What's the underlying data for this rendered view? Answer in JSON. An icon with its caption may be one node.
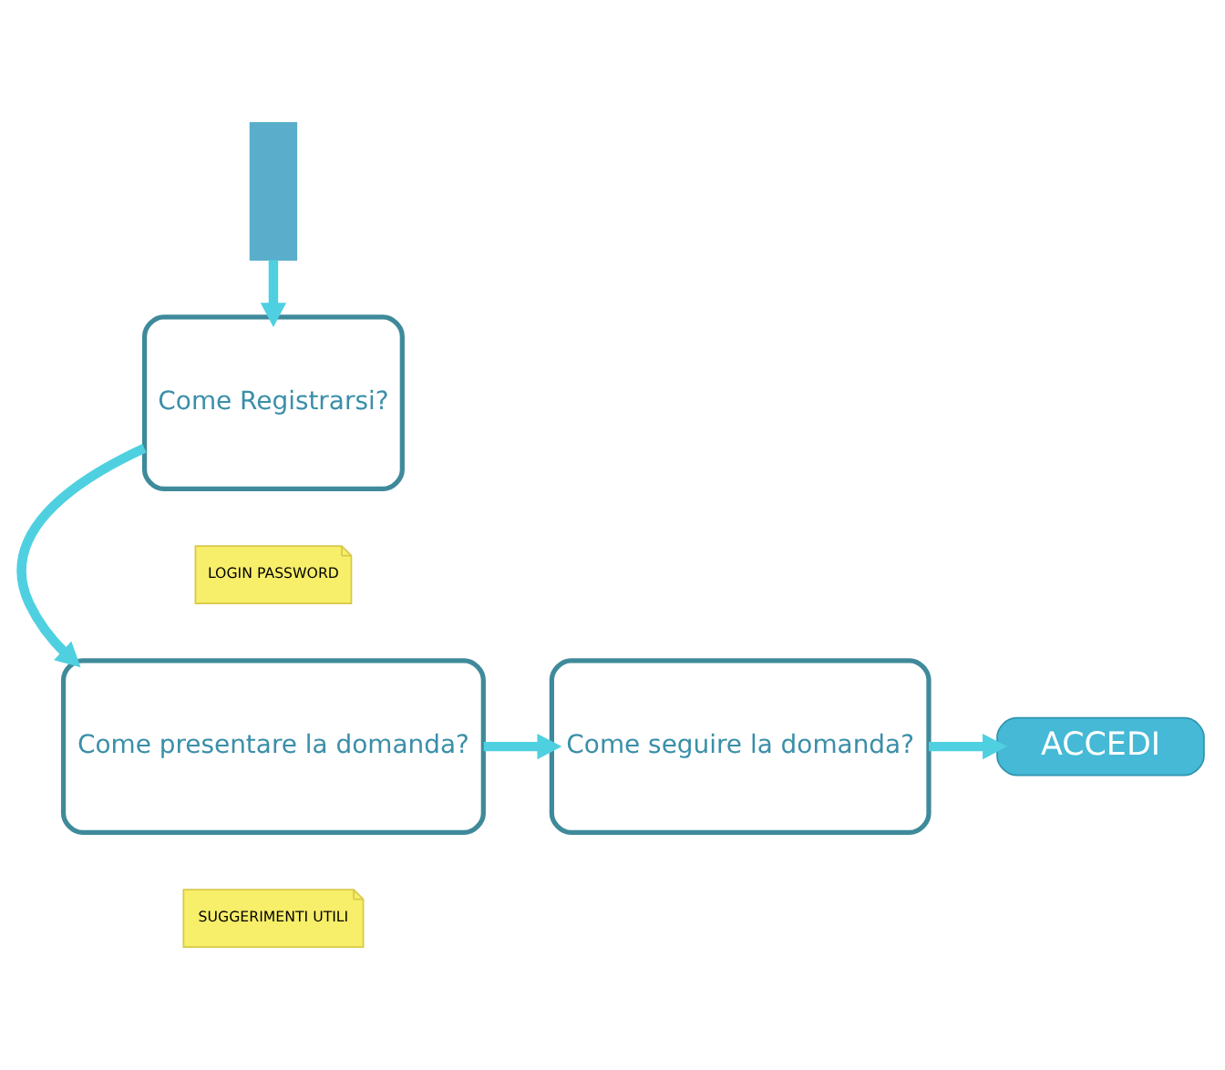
{
  "diagram": {
    "nodes": [
      {
        "text": [],
        "shape": "person"
      },
      {
        "text": [
          "Come Registrarsi?"
        ]
      },
      {
        "text": [
          "LOGIN PASSWORD"
        ]
      },
      {
        "text": [
          "Come presentare la domanda?"
        ]
      },
      {
        "text": [
          "SUGGERIMENTI UTILI"
        ]
      },
      {
        "text": [
          "Come seguire la domanda?"
        ]
      },
      {
        "text": [
          "ACCEDI"
        ]
      }
    ],
    "edges": [
      {
        "from": 0,
        "to": 1,
        "arrow": "to"
      },
      {
        "from": 1,
        "to": 3,
        "arrow": "to"
      },
      {
        "from": 3,
        "to": 5,
        "arrow": "to"
      },
      {
        "from": 5,
        "to": 6,
        "arrow": "to"
      }
    ]
  }
}
